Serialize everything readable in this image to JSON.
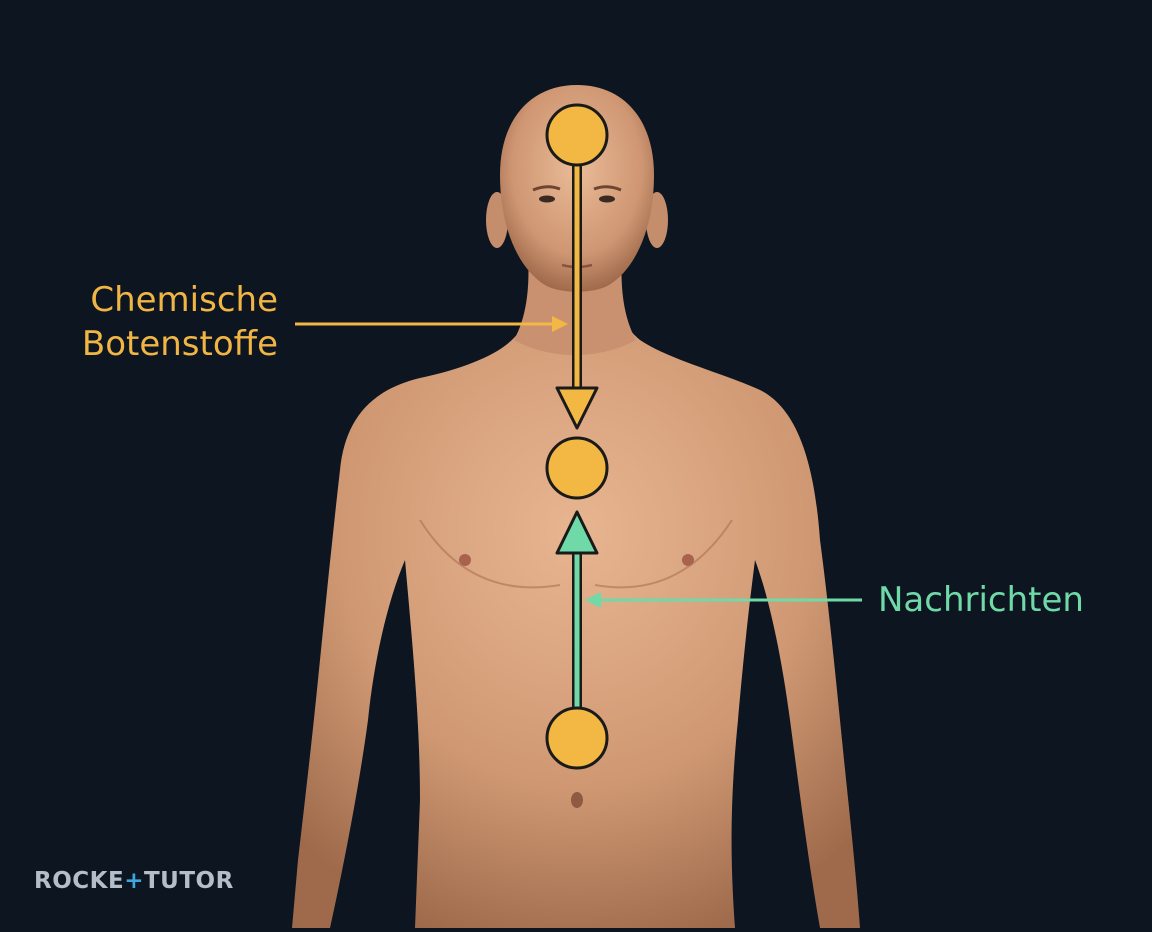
{
  "labels": {
    "chemical_line1": "Chemische",
    "chemical_line2": "Botenstoffe",
    "messages": "Nachrichten"
  },
  "logo": {
    "left": "ROCKE",
    "plus": "+",
    "right": "TUTOR"
  },
  "colors": {
    "background": "#0c1520",
    "node": "#f3b843",
    "arrow_down": "#f3b843",
    "arrow_up": "#6fd9a8",
    "label_chemical": "#f1b544",
    "label_messages": "#6fd9a8",
    "outline": "#1a1a1a"
  }
}
